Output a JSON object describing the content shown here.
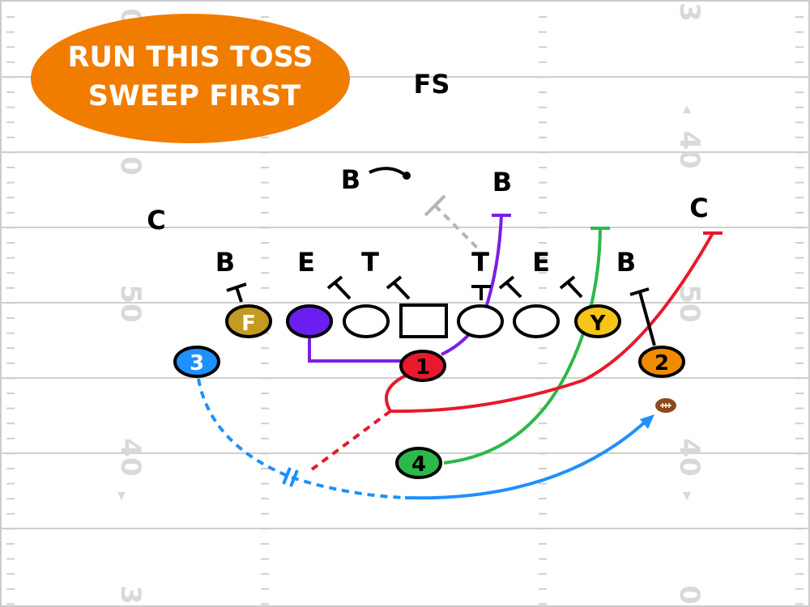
{
  "banner": {
    "line1": "RUN THIS TOSS",
    "line2": "SWEEP FIRST",
    "color": "#f07d00"
  },
  "field": {
    "yard_numbers": {
      "left": [
        "0",
        "0",
        "50",
        "40",
        "3"
      ],
      "right": [
        "3",
        "40",
        "50",
        "40",
        "0"
      ]
    }
  },
  "defense": {
    "fs": "FS",
    "b_deep": "B",
    "b_mid": "B",
    "c_left": "C",
    "c_right": "C",
    "b_left": "B",
    "e_left": "E",
    "t_left": "T",
    "t_right": "T",
    "e_right": "E",
    "b_right": "B"
  },
  "offense": {
    "f": "F",
    "y": "Y",
    "p1": "1",
    "p2": "2",
    "p3": "3",
    "p4": "4"
  },
  "colors": {
    "gold": "#c49a23",
    "yellow": "#f5c518",
    "purple": "#6a1ef0",
    "red": "#e8192c",
    "blue": "#1e90ff",
    "orange": "#f08a00",
    "green": "#2db84a",
    "ball": "#8b4a1c"
  }
}
